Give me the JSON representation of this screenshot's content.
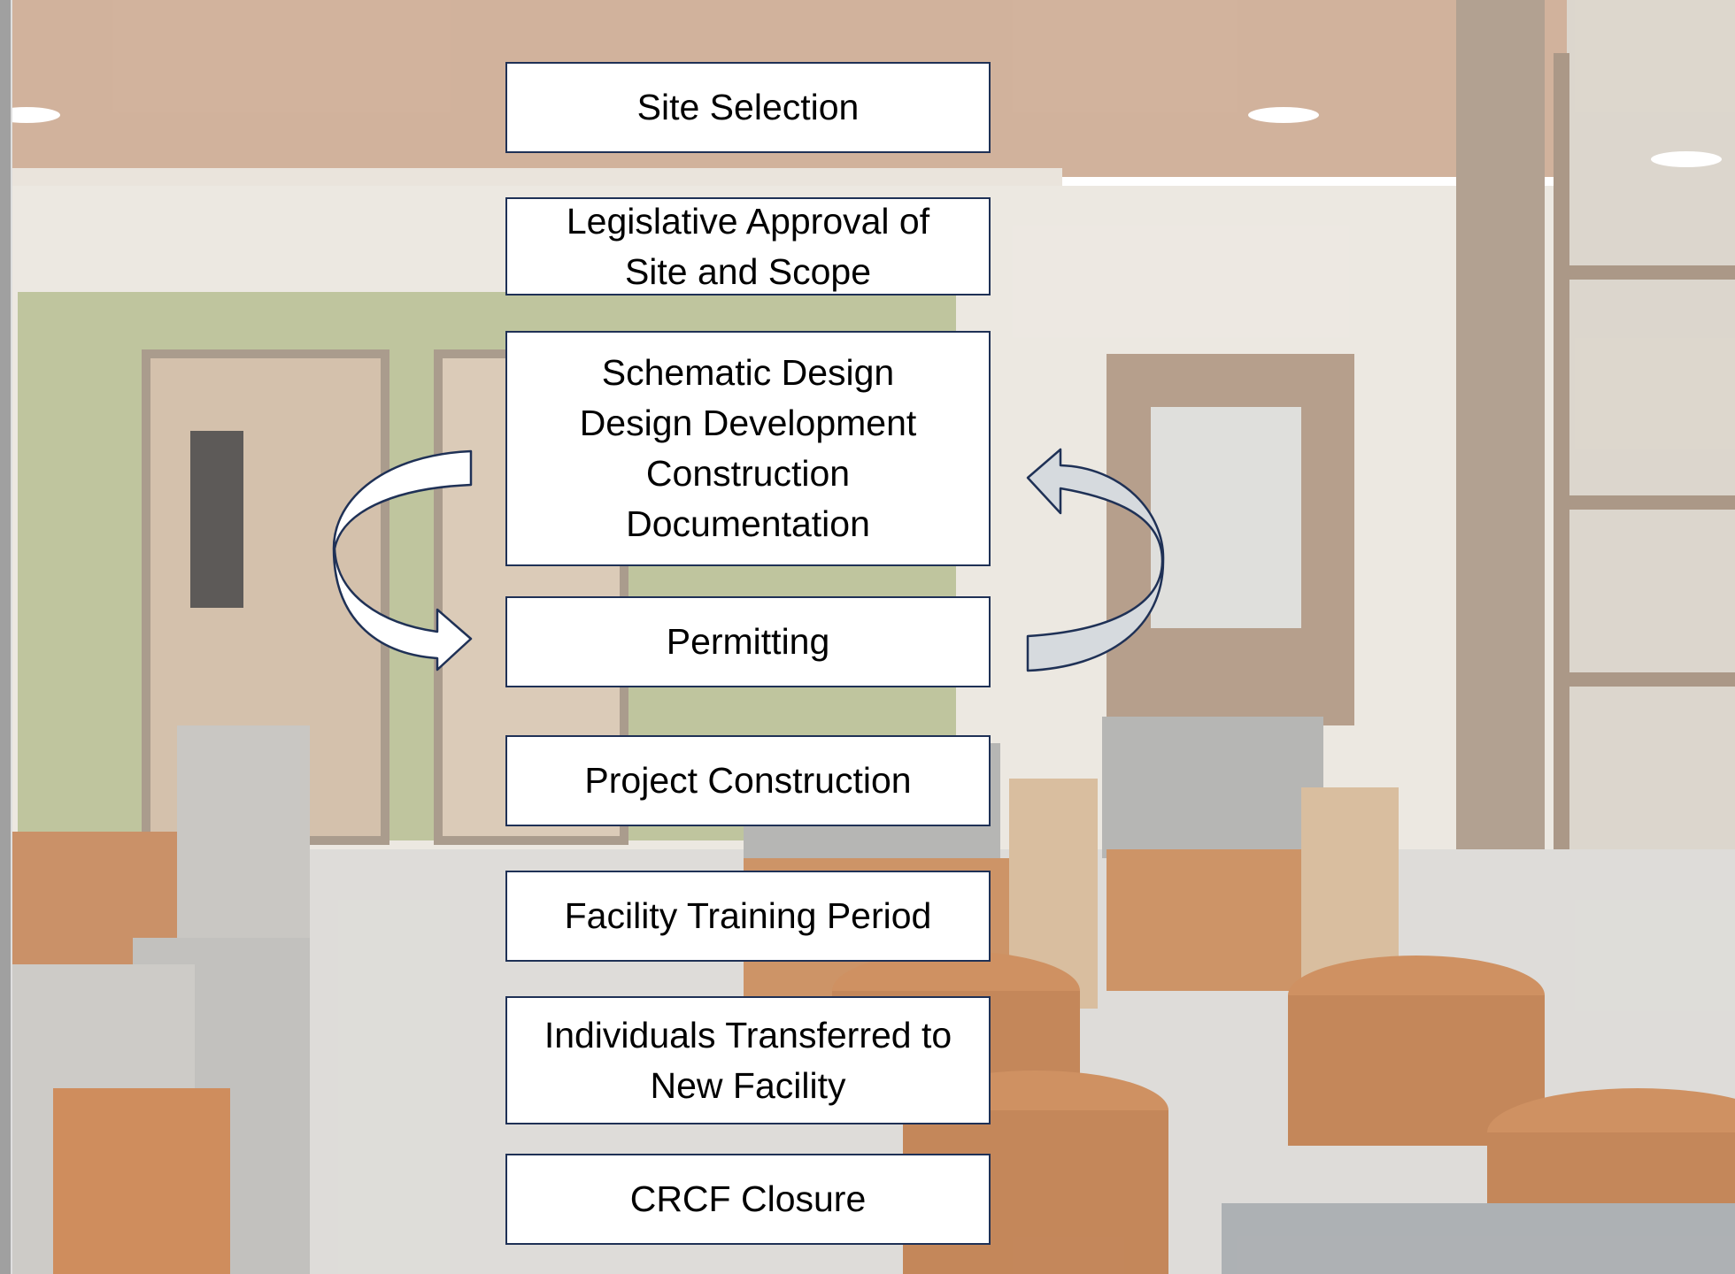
{
  "steps": [
    {
      "label": "Site Selection"
    },
    {
      "label": "Legislative Approval of\nSite and Scope"
    },
    {
      "label": "Schematic Design\nDesign Development\nConstruction\nDocumentation"
    },
    {
      "label": "Permitting"
    },
    {
      "label": "Project Construction"
    },
    {
      "label": "Facility Training Period"
    },
    {
      "label": "Individuals Transferred to\nNew Facility"
    },
    {
      "label": "CRCF Closure"
    }
  ],
  "colors": {
    "box_fill": "#ffffff",
    "box_border": "#1f3156",
    "left_arrow_fill": "#ffffff",
    "right_arrow_fill": "#d6dade",
    "arrow_outline": "#1f3156"
  },
  "icons": {
    "left_arrow": "curved-arrow-down-right-icon",
    "right_arrow": "curved-arrow-up-left-icon"
  }
}
